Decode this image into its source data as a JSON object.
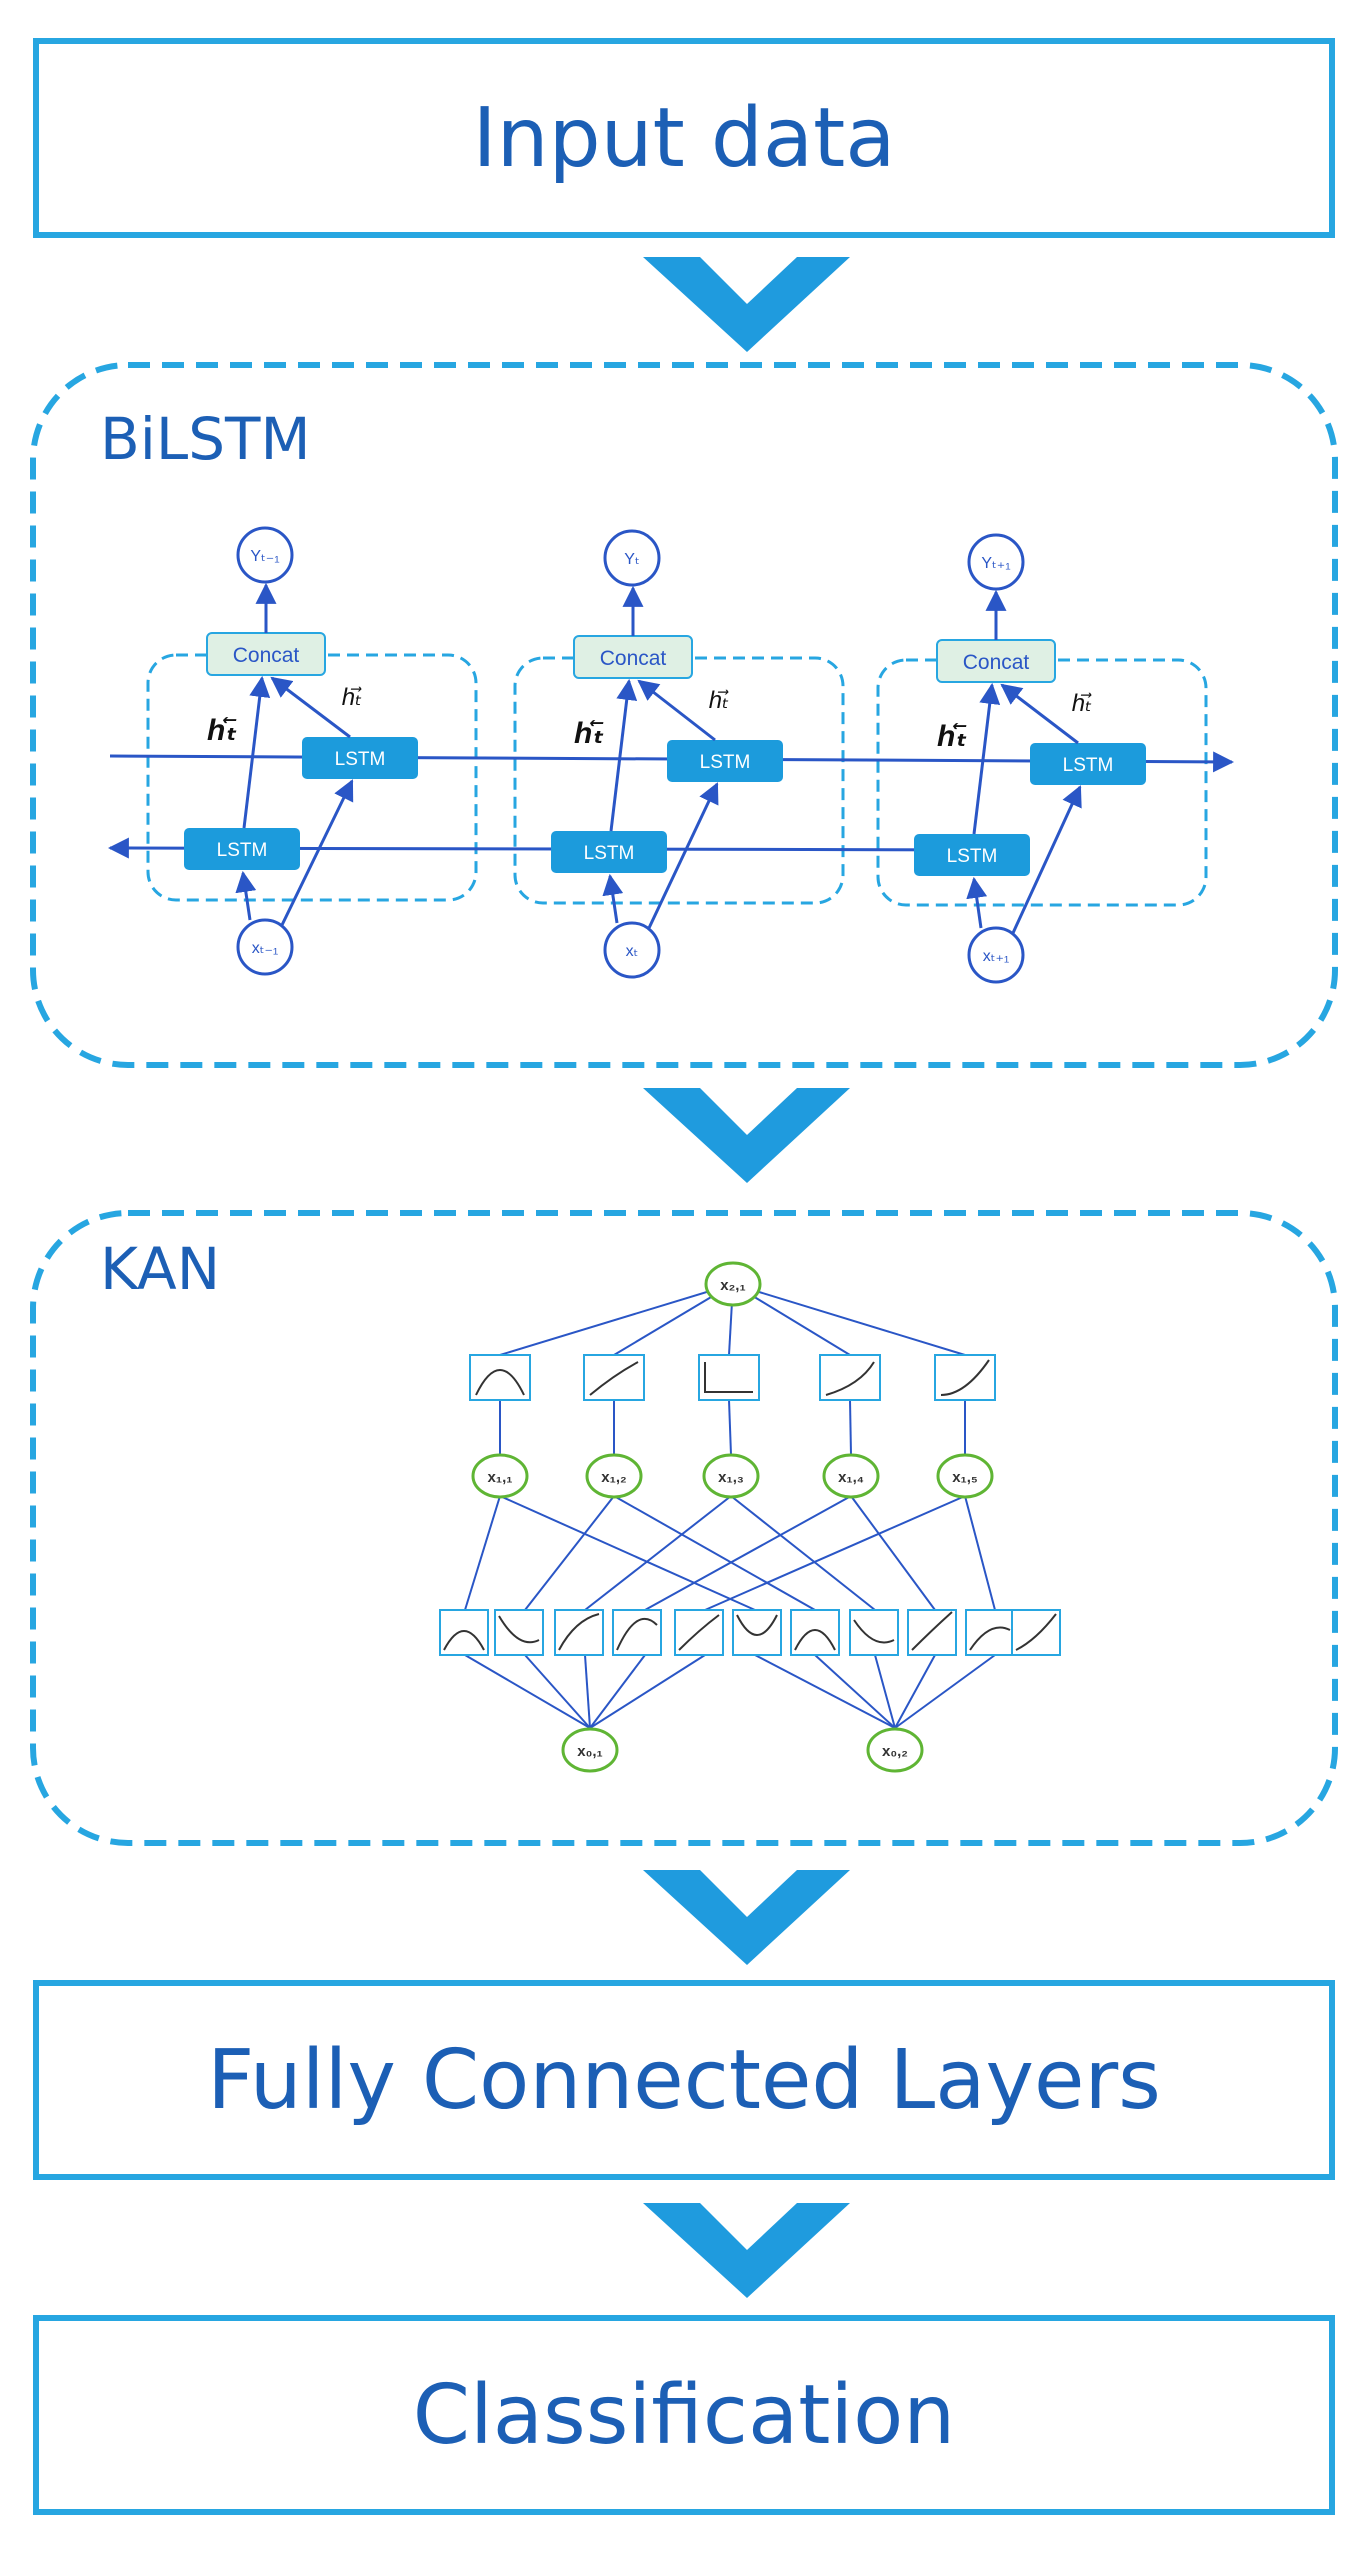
{
  "blocks": {
    "input": "Input data",
    "fc": "Fully Connected Layers",
    "classification": "Classification"
  },
  "bilstm": {
    "title": "BiLSTM",
    "concat_label": "Concat",
    "lstm_label": "LSTM",
    "forward_state": "hₜ⃗",
    "backward_state": "hₜ⃖",
    "cells": [
      {
        "output": "Yₜ₋₁",
        "input": "xₜ₋₁"
      },
      {
        "output": "Yₜ",
        "input": "xₜ"
      },
      {
        "output": "Yₜ₊₁",
        "input": "xₜ₊₁"
      }
    ]
  },
  "kan": {
    "title": "KAN",
    "top_node": "x₂,₁",
    "hidden_nodes": [
      "x₁,₁",
      "x₁,₂",
      "x₁,₃",
      "x₁,₄",
      "x₁,₅"
    ],
    "input_nodes": [
      "x₀,₁",
      "x₀,₂"
    ]
  },
  "colors": {
    "frame": "#27a6e1",
    "text": "#1c5fb5",
    "lstm_fill": "#1c9bdc",
    "concat_fill": "#dff0e4",
    "kan_node": "#5fb534",
    "line": "#2a56c6"
  }
}
